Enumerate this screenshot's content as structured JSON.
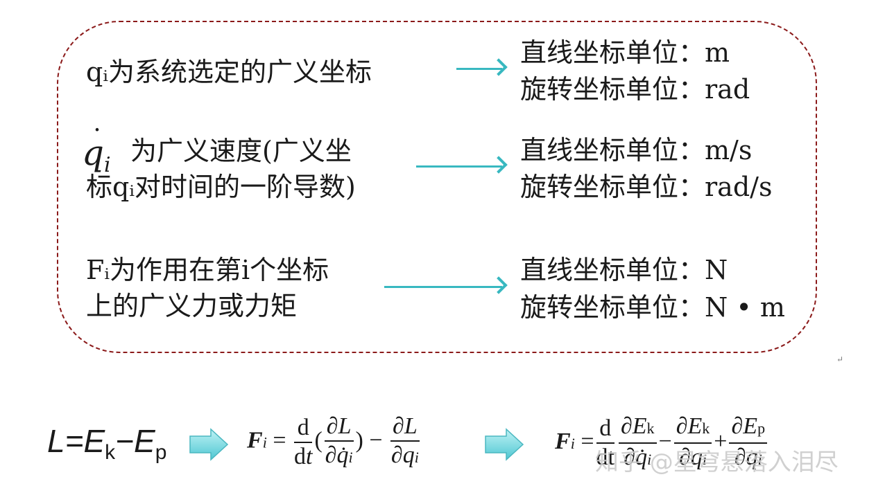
{
  "rows": [
    {
      "left_lines": [
        "qᵢ为系统选定的广义坐标"
      ],
      "right_lines": [
        "直线坐标单位：m",
        "旋转坐标单位：rad"
      ]
    },
    {
      "left_lines": [
        "为广义速度(广义坐",
        "标qᵢ对时间的一阶导数)"
      ],
      "right_lines": [
        "直线坐标单位：m/s",
        "旋转坐标单位：rad/s"
      ]
    },
    {
      "left_lines": [
        "Fᵢ为作用在第i个坐标",
        "上的广义力或力矩"
      ],
      "right_lines": [
        "直线坐标单位：N",
        "旋转坐标单位：N • m"
      ]
    }
  ],
  "symbols": {
    "qdot": "q",
    "qdot_sub": "i",
    "dot": "˙"
  },
  "lagrangian": {
    "L": "L=E",
    "k": "k",
    "minus": "−E",
    "p": "p"
  },
  "formula1": {
    "F": "F",
    "i": "i",
    "eq": "=",
    "d": "d",
    "dt_d": "d",
    "dt_t": "t",
    "open": "(",
    "dL": "∂L",
    "dqdot": "∂q̇",
    "close": ")",
    "minus": "−",
    "dL2": "∂L",
    "dq": "∂q"
  },
  "formula2": {
    "F": "F",
    "i": "i",
    "eq": "=",
    "d": "d",
    "dt": "dt",
    "dEk": "∂E",
    "k": "k",
    "dqdot": "∂q̇",
    "minus": "−",
    "dEk2": "∂E",
    "k2": "k",
    "dq": "∂q",
    "plus": "+",
    "dEp": "∂E",
    "p": "p",
    "dq2": "∂q"
  },
  "watermark": "知乎 @星穹悬落入泪尽",
  "return_mark": "↵",
  "colors": {
    "frame": "#8b1a1a",
    "arrow": "#38b8c0"
  }
}
